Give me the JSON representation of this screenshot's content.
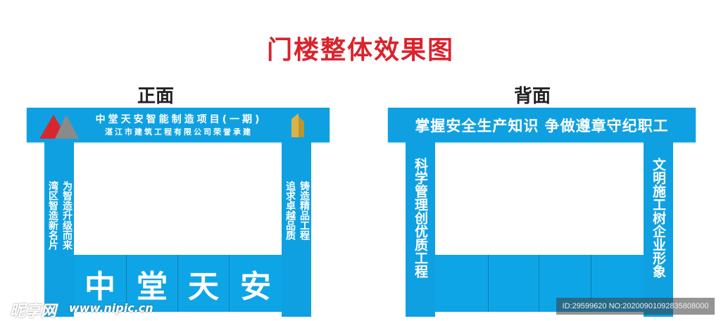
{
  "title": "门楼整体效果图",
  "front": {
    "label": "正面",
    "header_line1": "中堂天安智能制造项目(一期)",
    "header_line2": "湛江市建筑工程有限公司荣誉承建",
    "left_col": [
      "湾区智造新名片",
      "为智造升级而来"
    ],
    "right_col": [
      "追求卓越品质",
      "铸造精品工程"
    ],
    "panels": [
      "中",
      "堂",
      "天",
      "安"
    ]
  },
  "back": {
    "label": "背面",
    "header": "掌握安全生产知识 争做遵章守纪职工",
    "left_col": "科学管理创优质工程",
    "right_col": "文明施工树企业形象",
    "panels": [
      "",
      "",
      "",
      ""
    ]
  },
  "watermark": {
    "logo": "昵享网",
    "site": "www.nipic.cn",
    "id": "ID:29599620 NO:20200901092835808000"
  },
  "colors": {
    "blue": "#0fa0e2",
    "title_red": "#d9232d"
  }
}
